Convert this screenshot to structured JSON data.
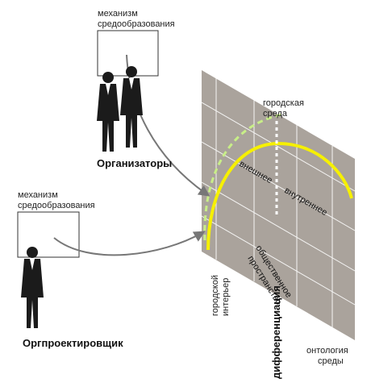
{
  "top_mechanism": {
    "line1": "механизм",
    "line2": "средообразования"
  },
  "left_mechanism": {
    "line1": "механизм",
    "line2": "средообразования"
  },
  "organizers_label": "Организаторы",
  "orgdesigner_label": "Оргпроектировщик",
  "city_env": {
    "line1": "городская",
    "line2": "среда"
  },
  "outer_label": "внешнее",
  "inner_label": "внутреннее",
  "public_space": {
    "line1": "общественное",
    "line2": "пространство"
  },
  "city_interior": {
    "line1": "городской",
    "line2": "интерьер"
  },
  "differentiation_label": "дифференциация",
  "ontology": {
    "line1": "онтология",
    "line2": "среды"
  },
  "colors": {
    "plane": "#aaa39c",
    "grid": "#ffffff",
    "yellow": "#f6f000",
    "dashed_green": "#c8ee88",
    "arrow": "#777777",
    "figure": "#1b1b1b"
  }
}
